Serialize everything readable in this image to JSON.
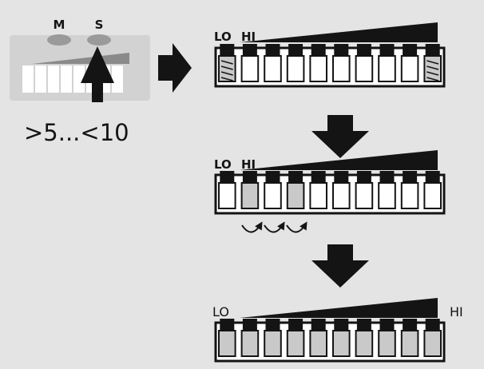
{
  "device": {
    "m_label": "M",
    "s_label": "S",
    "range_text": ">5...<10"
  },
  "stages": [
    {
      "lo": "LO",
      "hi": "HI",
      "step": "initial"
    },
    {
      "lo": "LO",
      "hi": "HI",
      "step": "shift"
    },
    {
      "lo": "LO",
      "hi": "HI",
      "step": "final"
    }
  ],
  "colors": {
    "background": "#e4e4e4",
    "ink": "#141414",
    "key_white": "#ffffff",
    "key_gray": "#c9c9c9",
    "device_panel": "#d2d2d2"
  },
  "icons": [
    "arrow-right-icon",
    "arrow-down-icon",
    "arrow-up-icon",
    "curved-arrow-icon"
  ]
}
